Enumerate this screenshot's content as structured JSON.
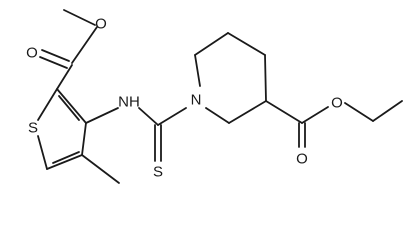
{
  "atoms": {
    "O_carbonyl_left": "O",
    "O_ester_left": "O",
    "S_ring": "S",
    "NH": "NH",
    "N_piperidine": "N",
    "S_thione": "S",
    "O_ester_right": "O",
    "O_carbonyl_right": "O"
  }
}
